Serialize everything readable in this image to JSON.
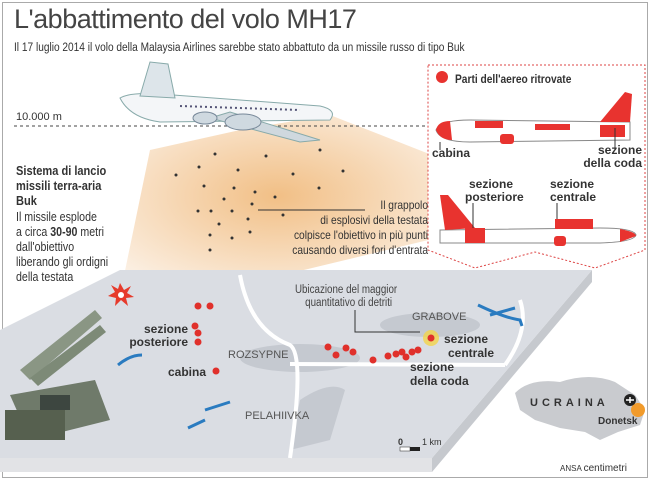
{
  "header": {
    "title": "L'abbattimento del volo MH17",
    "subtitle": "Il 17 luglio 2014 il volo della Malaysia Airlines sarebbe stato abbattuto da un missile russo di tipo Buk"
  },
  "altitude": "10.000 m",
  "missile_system": {
    "title_lines": [
      "Sistema di lancio",
      "missili terra-aria",
      "Buk"
    ],
    "desc_pre": "Il missile esplode",
    "desc_a": "a circa ",
    "desc_bold": "30-90",
    "desc_b": " metri",
    "desc_lines": [
      "dall'obiettivo",
      "liberando gli ordigni",
      "della testata"
    ]
  },
  "cluster_note": [
    "Il grappolo",
    "di esplosivi della testata",
    "colpisce l'obiettivo in più punti",
    "causando diversi fori d'entrata"
  ],
  "parts_box": {
    "legend": "Parti dell'aereo ritrovate",
    "labels": {
      "cabina": "cabina",
      "coda1": "sezione",
      "coda2": "della coda",
      "post1": "sezione",
      "post2": "posteriore",
      "cent1": "sezione",
      "cent2": "centrale"
    },
    "accent": "#e8332f"
  },
  "map": {
    "debris_note": [
      "Ubicazione del maggior",
      "quantitativo di detriti"
    ],
    "towns": [
      "GRABOVE",
      "ROZSYPNE",
      "PELAHIIVKA"
    ],
    "labels": {
      "post1": "sezione",
      "post2": "posteriore",
      "cabina": "cabina",
      "cent1": "sezione",
      "cent2": "centrale",
      "coda1": "sezione",
      "coda2": "della coda"
    },
    "scale": {
      "zero": "0",
      "km": "1 km"
    }
  },
  "inset": {
    "country": "UCRAINA",
    "city": "Donetsk"
  },
  "credit": {
    "ansa": "ANSA",
    "brand": "centimetri"
  }
}
